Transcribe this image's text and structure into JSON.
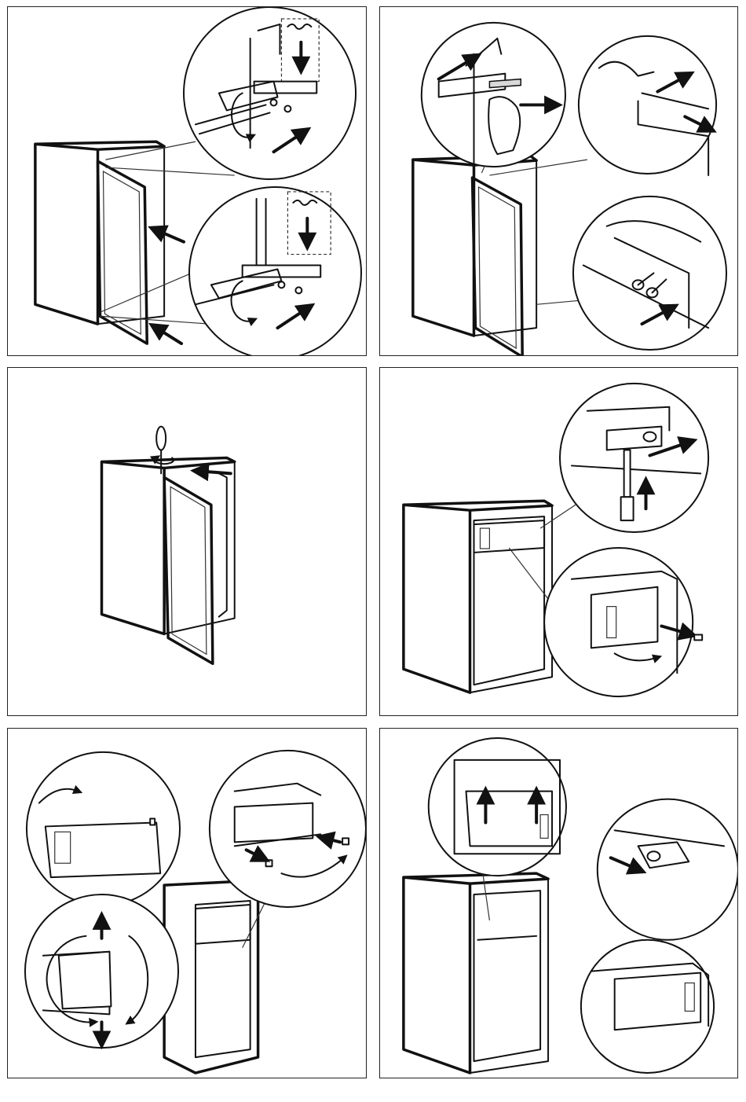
{
  "document": {
    "type": "appliance installation instructions (pictograms only)",
    "panels": [
      {
        "id": 1,
        "icons": [
          "cabinet-icon",
          "door-icon",
          "hinge-icon",
          "screw-icon",
          "arrow-icon",
          "rotate-icon"
        ]
      },
      {
        "id": 2,
        "icons": [
          "cabinet-icon",
          "door-icon",
          "hand-icon",
          "cover-strip-icon",
          "screw-icon",
          "arrow-icon"
        ]
      },
      {
        "id": 3,
        "icons": [
          "cabinet-icon",
          "door-icon",
          "screwdriver-icon",
          "rotate-icon"
        ]
      },
      {
        "id": 4,
        "icons": [
          "cabinet-icon",
          "freezer-flap-icon",
          "screwdriver-icon",
          "hinge-pin-icon",
          "arrow-icon"
        ]
      },
      {
        "id": 5,
        "icons": [
          "cabinet-icon",
          "freezer-flap-icon",
          "rotate-icon",
          "pin-icon",
          "arrow-icon"
        ]
      },
      {
        "id": 6,
        "icons": [
          "cabinet-icon",
          "freezer-flap-icon",
          "hinge-icon",
          "arrow-icon"
        ]
      }
    ]
  }
}
